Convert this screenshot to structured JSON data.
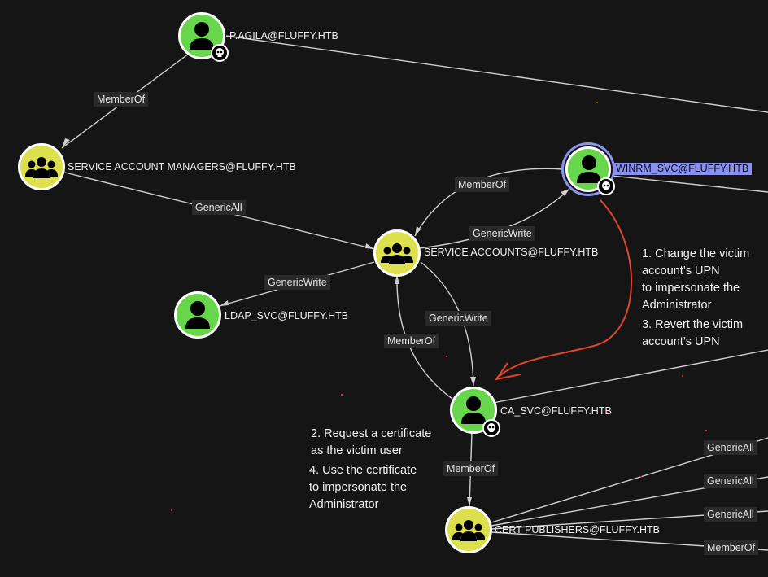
{
  "nodes": {
    "p_agila": "P.AGILA@FLUFFY.HTB",
    "service_account_managers": "SERVICE ACCOUNT MANAGERS@FLUFFY.HTB",
    "winrm_svc": "WINRM_SVC@FLUFFY.HTB",
    "service_accounts": "SERVICE ACCOUNTS@FLUFFY.HTB",
    "ldap_svc": "LDAP_SVC@FLUFFY.HTB",
    "ca_svc": "CA_SVC@FLUFFY.HTB",
    "cert_publishers": "CERT PUBLISHERS@FLUFFY.HTB"
  },
  "edges": {
    "pagila_memberof": "MemberOf",
    "sam_genericall": "GenericAll",
    "winrm_memberof": "MemberOf",
    "sa_genericwrite_winrm": "GenericWrite",
    "sa_genericwrite_ldap": "GenericWrite",
    "sa_genericwrite_ca": "GenericWrite",
    "ca_memberof_sa": "MemberOf",
    "ca_memberof_cert": "MemberOf",
    "cert_genericall_1": "GenericAll",
    "cert_genericall_2": "GenericAll",
    "cert_genericall_3": "GenericAll",
    "cert_memberof": "MemberOf"
  },
  "notes": {
    "step1_line1": "1. Change the victim",
    "step1_line2": "account’s UPN",
    "step1_line3": "to impersonate the",
    "step1_line4": "Administrator",
    "step3_line1": "3. Revert the victim",
    "step3_line2": "account’s UPN",
    "step2_line1": "2. Request a certificate",
    "step2_line2": "as the victim user",
    "step4_line1": "4. Use the certificate",
    "step4_line2": "to impersonate the",
    "step4_line3": "Administrator"
  },
  "colors": {
    "user_node": "#68d64b",
    "group_node": "#dbe04c",
    "selected_highlight": "#8a90ee",
    "annotation_arrow": "#e0442a",
    "background": "#151515"
  },
  "icons": {
    "user": "user-icon",
    "group": "group-icon",
    "owned": "skull-icon"
  }
}
